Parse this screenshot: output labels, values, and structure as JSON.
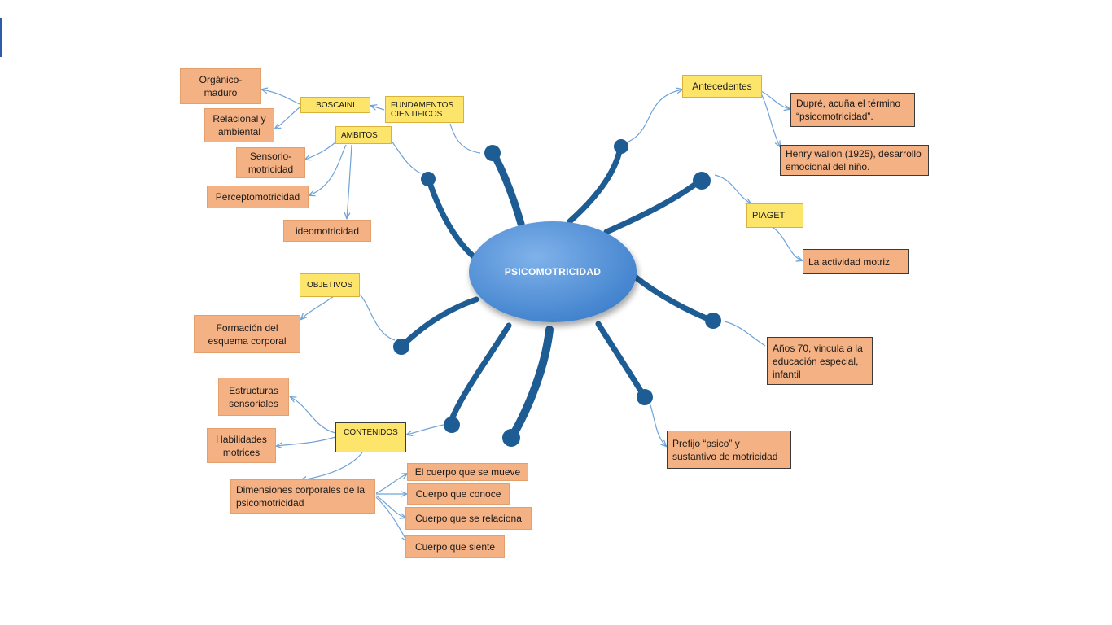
{
  "center": {
    "label": "PSICOMOTRICIDAD"
  },
  "colors": {
    "node_yellow": "#fde46a",
    "node_orange": "#f4b183",
    "connector": "#6fa3d6",
    "neuron": "#1e5c94",
    "ellipse": "#5a98da"
  },
  "nodes": {
    "fundamentos": "FUNDAMENTOS CIENTIFICOS",
    "boscaini": "BOSCAINI",
    "organico": "Orgánico-maduro",
    "relacional": "Relacional y ambiental",
    "ambitos": "AMBITOS",
    "sensorio": "Sensorio-motricidad",
    "percepto": "Perceptomotricidad",
    "ideo": "ideomotricidad",
    "objetivos": "OBJETIVOS",
    "formacion": "Formación del esquema corporal",
    "contenidos": "CONTENIDOS",
    "estructuras": "Estructuras sensoriales",
    "habilidades": "Habilidades motrices",
    "dimensiones": "Dimensiones corporales de la psicomotricidad",
    "cuerpo_mueve": "El cuerpo que se mueve",
    "cuerpo_conoce": "Cuerpo que conoce",
    "cuerpo_relaciona": "Cuerpo que se relaciona",
    "cuerpo_siente": "Cuerpo que siente",
    "antecedentes": "Antecedentes",
    "dupre": "Dupré, acuña el término “psicomotricidad”.",
    "wallon": "Henry wallon (1925), desarrollo emocional del niño.",
    "piaget": "PIAGET",
    "actividad": "La actividad motriz",
    "anos70": "Años 70, vincula a la educación especial, infantil",
    "prefijo": "Prefijo “psico” y sustantivo de motricidad"
  }
}
